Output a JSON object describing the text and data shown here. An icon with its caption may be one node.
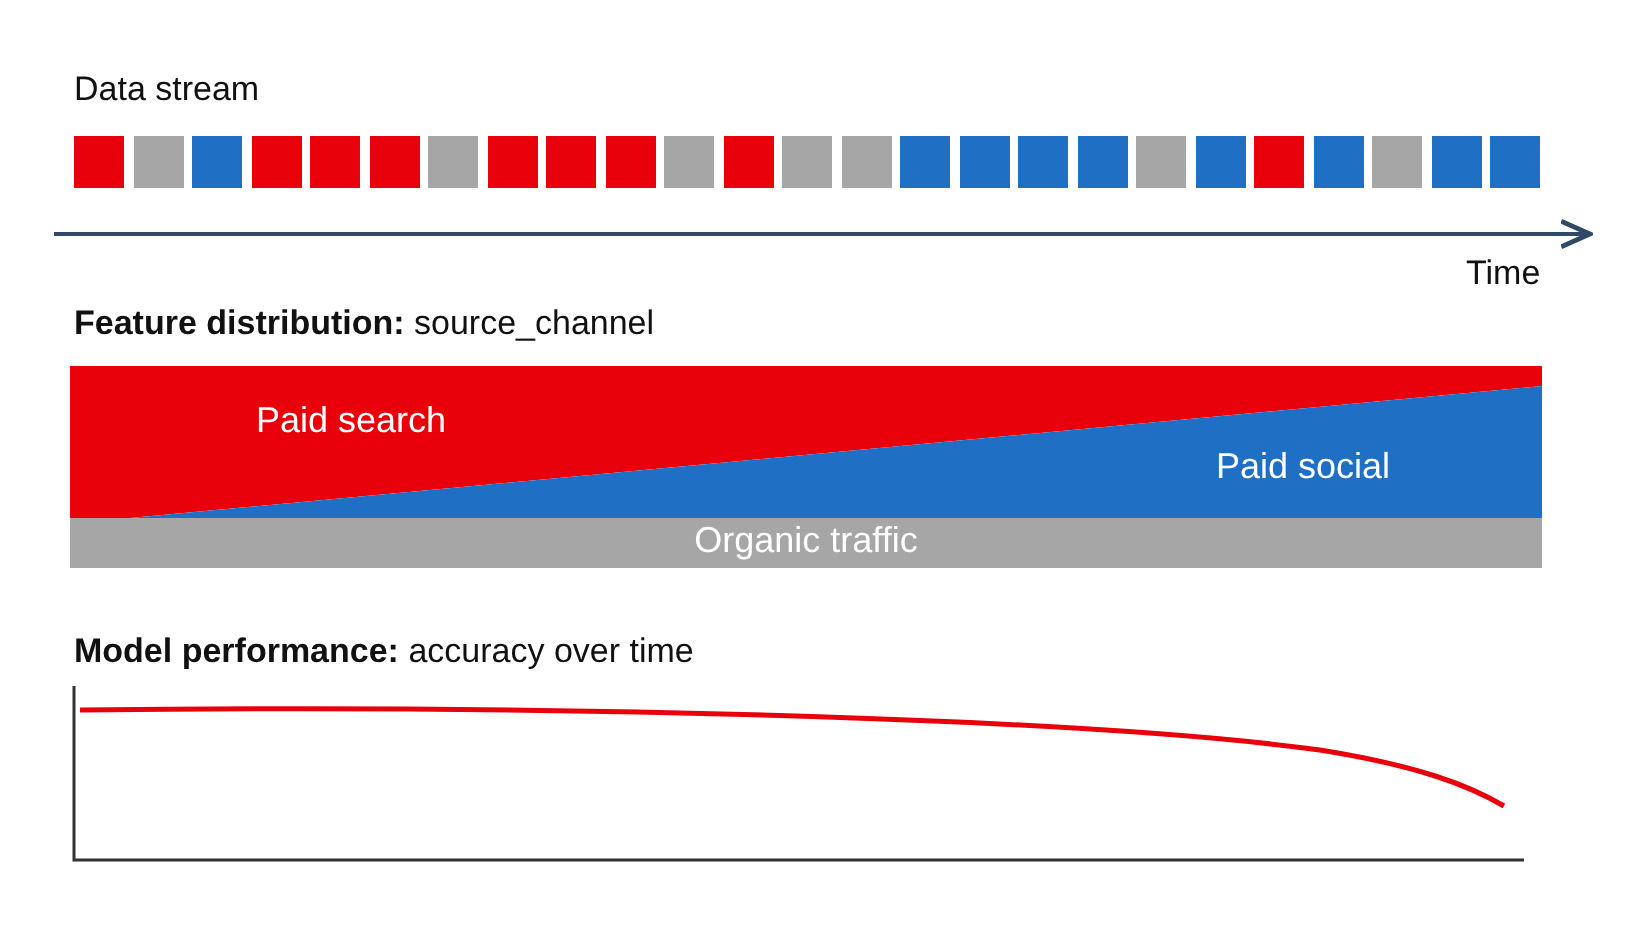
{
  "diagram": {
    "nodes": [
      {
        "text": [],
        "shape": "box"
      },
      {
        "text": [],
        "shape": "box"
      },
      {
        "text": [],
        "shape": "box"
      },
      {
        "text": [],
        "shape": "box"
      },
      {
        "text": [],
        "shape": "box"
      },
      {
        "text": [],
        "shape": "box"
      },
      {
        "text": [],
        "shape": "box"
      },
      {
        "text": [],
        "shape": "box"
      },
      {
        "text": [],
        "shape": "box"
      },
      {
        "text": [],
        "shape": "box"
      },
      {
        "text": [],
        "shape": "box"
      },
      {
        "text": [],
        "shape": "box"
      },
      {
        "text": [],
        "shape": "box"
      },
      {
        "text": [],
        "shape": "box"
      },
      {
        "text": [],
        "shape": "box"
      },
      {
        "text": [],
        "shape": "box"
      },
      {
        "text": [],
        "shape": "box"
      },
      {
        "text": [],
        "shape": "box"
      },
      {
        "text": [],
        "shape": "box"
      },
      {
        "text": [],
        "shape": "box"
      },
      {
        "text": [],
        "shape": "box"
      },
      {
        "text": [],
        "shape": "box"
      },
      {
        "text": [],
        "shape": "box"
      },
      {
        "text": [],
        "shape": "box"
      },
      {
        "text": [],
        "shape": "box"
      },
      {
        "text": [
          "Paid search"
        ]
      },
      {
        "text": [
          "Paid social"
        ]
      },
      {
        "text": [
          "Organic traffic"
        ]
      }
    ],
    "edges": [],
    "labels": [
      "Data stream",
      "Time",
      "**Feature distribution:** source_channel",
      "**Model performance:** accuracy over time"
    ]
  }
}
